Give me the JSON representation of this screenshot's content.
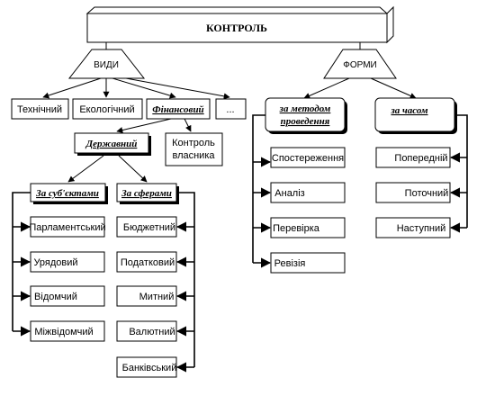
{
  "root": {
    "title": "КОНТРОЛЬ"
  },
  "groups": {
    "kinds": "ВИДИ",
    "forms": "ФОРМИ"
  },
  "kinds": {
    "technical": "Технічний",
    "ecological": "Екологічний",
    "financial": "Фінансовий",
    "other": "..."
  },
  "financial": {
    "state": "Державний",
    "owner_line1": "Контроль",
    "owner_line2": "власника"
  },
  "state_split": {
    "by_subjects": "За суб'єктами",
    "by_spheres": "За сферами"
  },
  "subjects": [
    "Парламентський",
    "Урядовий",
    "Відомчий",
    "Міжвідомчий"
  ],
  "spheres": [
    "Бюджетний",
    "Податковий",
    "Митний",
    "Валютний",
    "Банківський"
  ],
  "forms": {
    "by_method_line1": "за методом",
    "by_method_line2": "проведення",
    "by_time": "за часом"
  },
  "methods": [
    "Спостереження",
    "Аналіз",
    "Перевірка",
    "Ревізія"
  ],
  "times": [
    "Попередній",
    "Поточний",
    "Наступний"
  ]
}
